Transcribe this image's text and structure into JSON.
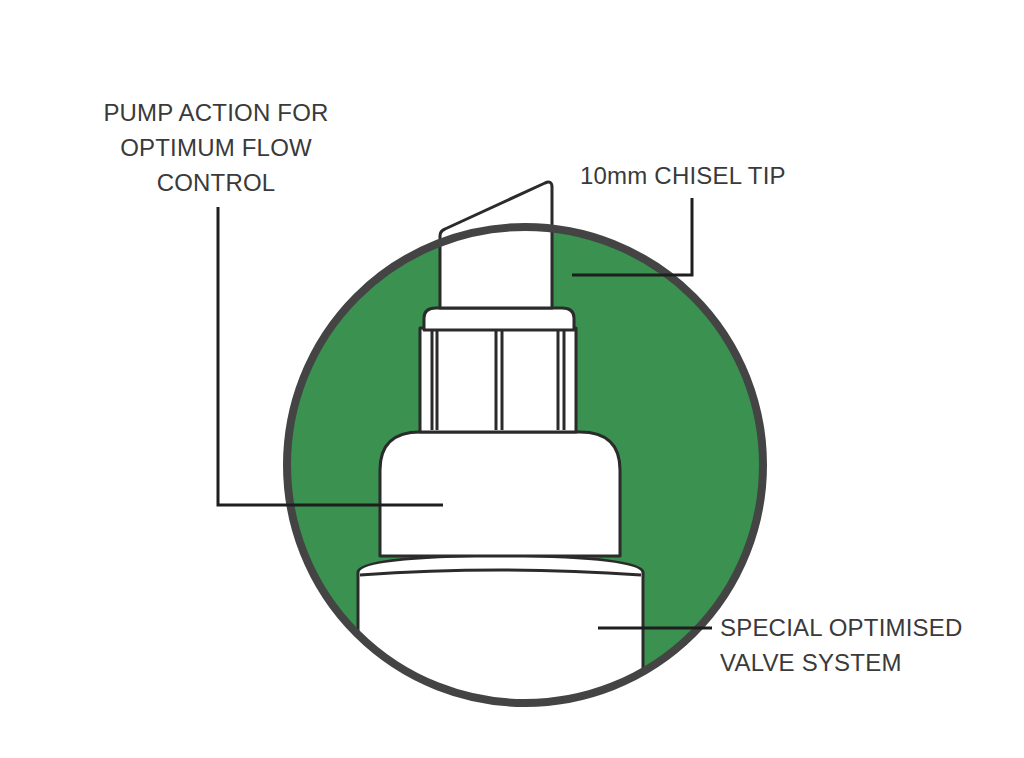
{
  "diagram": {
    "labels": [
      "PUMP ACTION FOR OPTIMUM FLOW CONTROL",
      "10mm CHISEL TIP",
      "SPECIAL OPTIMISED VALVE SYSTEM"
    ]
  }
}
